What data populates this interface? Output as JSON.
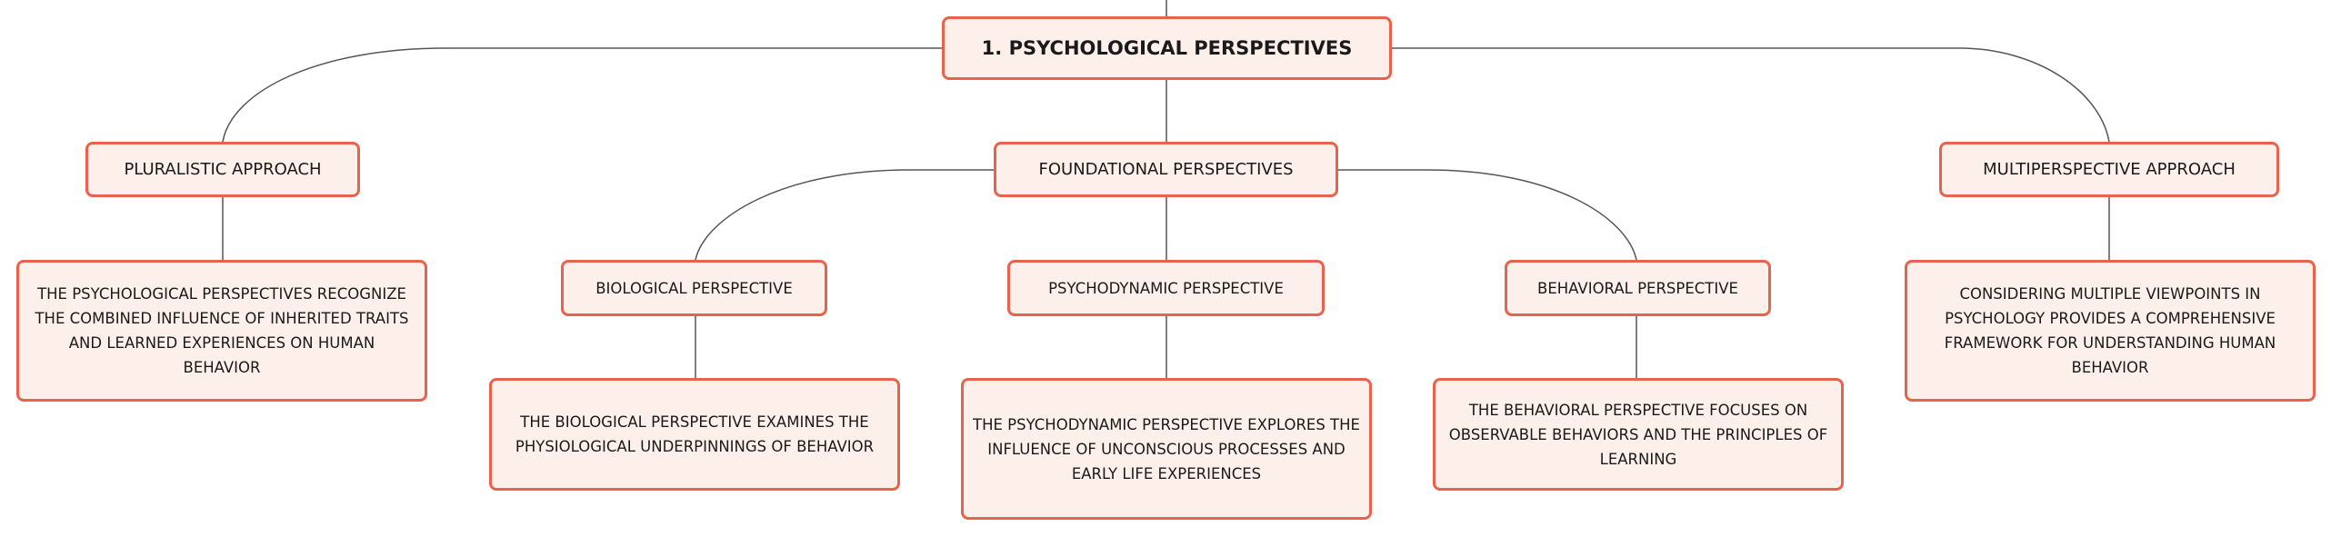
{
  "diagram": {
    "root": {
      "label": "1. PSYCHOLOGICAL PERSPECTIVES"
    },
    "pluralistic": {
      "label": "PLURALISTIC APPROACH",
      "description": "THE PSYCHOLOGICAL PERSPECTIVES RECOGNIZE THE COMBINED INFLUENCE OF INHERITED TRAITS AND LEARNED EXPERIENCES ON HUMAN BEHAVIOR"
    },
    "foundational": {
      "label": "FOUNDATIONAL PERSPECTIVES",
      "children": [
        {
          "label": "BIOLOGICAL PERSPECTIVE",
          "description": "THE BIOLOGICAL PERSPECTIVE EXAMINES THE PHYSIOLOGICAL UNDERPINNINGS OF BEHAVIOR"
        },
        {
          "label": "PSYCHODYNAMIC PERSPECTIVE",
          "description": "THE PSYCHODYNAMIC PERSPECTIVE EXPLORES THE INFLUENCE OF UNCONSCIOUS PROCESSES AND EARLY LIFE EXPERIENCES"
        },
        {
          "label": "BEHAVIORAL PERSPECTIVE",
          "description": "THE BEHAVIORAL PERSPECTIVE FOCUSES ON OBSERVABLE BEHAVIORS AND THE PRINCIPLES OF LEARNING"
        }
      ]
    },
    "multiperspective": {
      "label": "MULTIPERSPECTIVE APPROACH",
      "description": "CONSIDERING MULTIPLE VIEWPOINTS IN PSYCHOLOGY PROVIDES A COMPREHENSIVE FRAMEWORK FOR UNDERSTANDING HUMAN BEHAVIOR"
    }
  },
  "colors": {
    "node_fill": "#fdf0ea",
    "node_border": "#e8624d",
    "connector": "#555555",
    "text": "#1a1a1a"
  }
}
